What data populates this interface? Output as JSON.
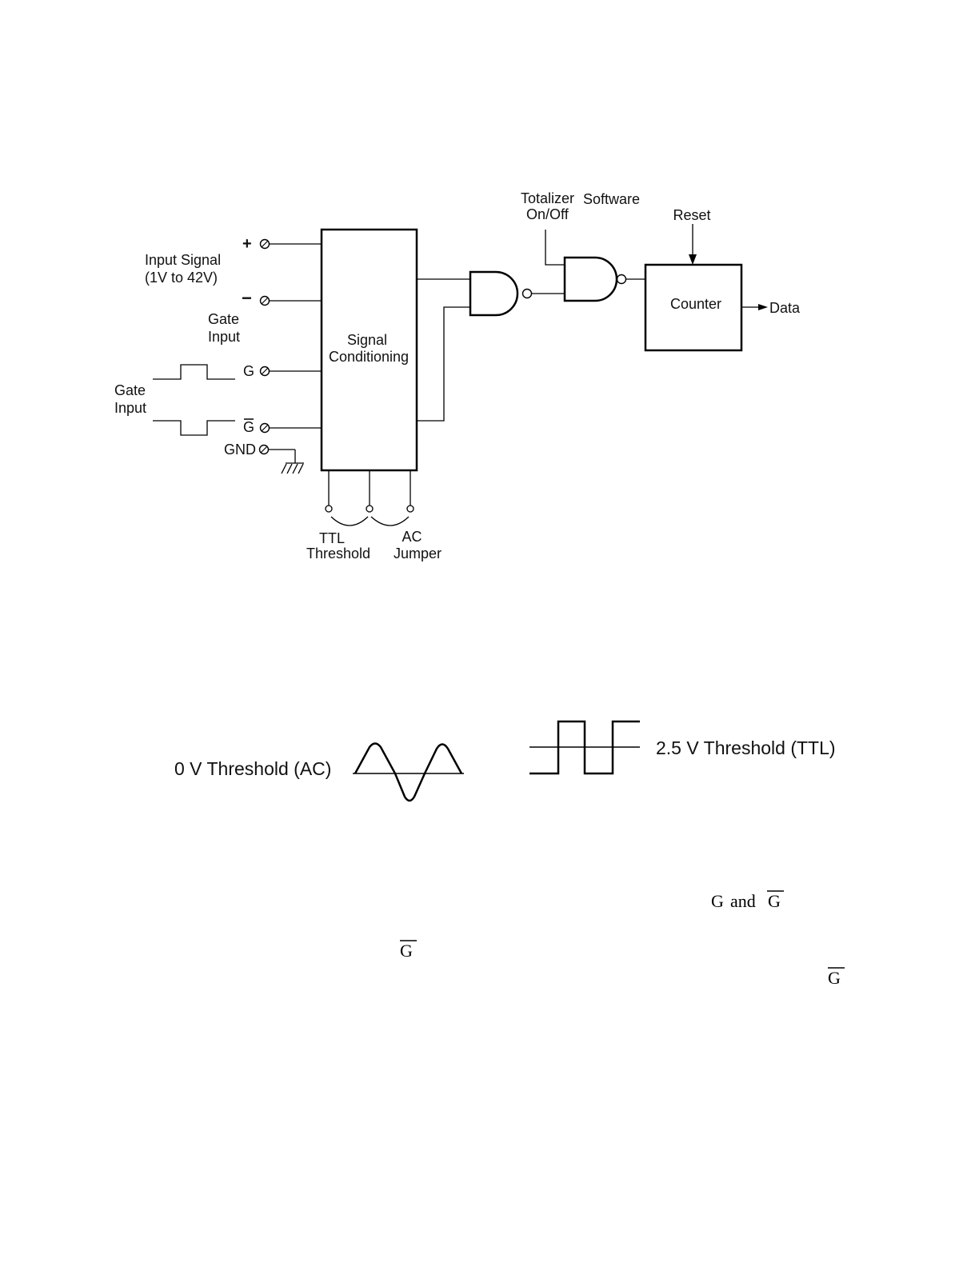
{
  "block_diagram": {
    "input_signal": {
      "line1": "Input Signal",
      "line2": "(1V to 42V)"
    },
    "terminals": {
      "plus": "+",
      "minus": "−",
      "g": "G",
      "g_bar": "G",
      "gnd": "GND"
    },
    "gate_input_upper": {
      "line1": "Gate",
      "line2": "Input"
    },
    "gate_input_left": {
      "line1": "Gate",
      "line2": "Input"
    },
    "signal_conditioning": {
      "line1": "Signal",
      "line2": "Conditioning"
    },
    "totalizer": {
      "line1": "Totalizer",
      "line2": "On/Off"
    },
    "software": "Software",
    "reset": "Reset",
    "counter": "Counter",
    "data": "Data",
    "ttl_threshold": {
      "line1": "TTL",
      "line2": "Threshold"
    },
    "ac_jumper": {
      "line1": "AC",
      "line2": "Jumper"
    }
  },
  "thresholds": {
    "ac": "0 V Threshold (AC)",
    "ttl": "2.5 V Threshold (TTL)"
  },
  "text_fragments": {
    "g_and_gbar": {
      "g": "G",
      "and": "and",
      "g_bar": "G"
    },
    "g_bar_1": "G",
    "g_bar_2": "G"
  },
  "colors": {
    "ink": "#000000",
    "background": "#ffffff"
  }
}
